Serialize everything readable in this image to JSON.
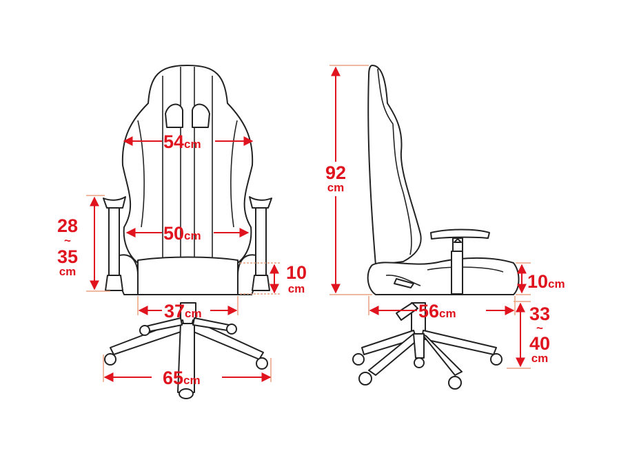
{
  "front_view": {
    "backrest_width": {
      "value": "54",
      "unit": "cm"
    },
    "inner_back_width": {
      "value": "50",
      "unit": "cm"
    },
    "armrest_height": {
      "min": "28",
      "sep": "~",
      "max": "35",
      "unit": "cm"
    },
    "seat_thickness": {
      "value": "10",
      "unit": "cm"
    },
    "seat_width": {
      "value": "37",
      "unit": "cm"
    },
    "base_width": {
      "value": "65",
      "unit": "cm"
    }
  },
  "side_view": {
    "backrest_height": {
      "value": "92",
      "unit": "cm"
    },
    "seat_thickness": {
      "value": "10",
      "unit": "cm"
    },
    "seat_depth": {
      "value": "56",
      "unit": "cm"
    },
    "seat_height": {
      "min": "33",
      "sep": "~",
      "max": "40",
      "unit": "cm"
    }
  },
  "colors": {
    "dimension": "#e0141e",
    "extension": "#e8a27f",
    "outline": "#222222"
  }
}
